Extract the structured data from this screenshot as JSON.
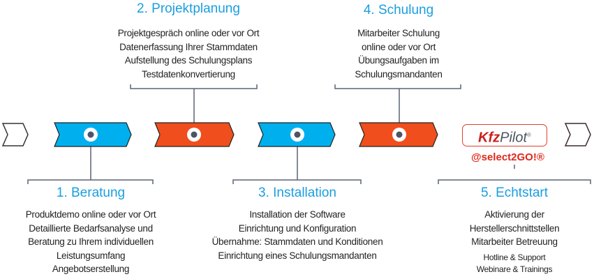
{
  "colors": {
    "blue": "#00b0ee",
    "orange": "#f04e1c",
    "title": "#1a9ee0",
    "connector": "#5a6475"
  },
  "steps": [
    {
      "title": "1. Beratung",
      "lines": [
        "Produktdemo online oder vor Ort",
        "Detaillierte Bedarfsanalyse und",
        "Beratung zu Ihrem individuellen",
        "Leistungsumfang",
        "Angebotserstellung"
      ]
    },
    {
      "title": "2. Projektplanung",
      "lines": [
        "Projektgespräch online oder vor Ort",
        "Datenerfassung Ihrer Stammdaten",
        "Aufstellung des Schulungsplans",
        "Testdatenkonvertierung"
      ]
    },
    {
      "title": "3. Installation",
      "lines": [
        "Installation der Software",
        "Einrichtung und Konfiguration",
        "Übernahme: Stammdaten und Konditionen",
        "Einrichtung eines Schulungsmandanten"
      ]
    },
    {
      "title": "4. Schulung",
      "lines": [
        "Mitarbeiter Schulung",
        "online oder vor Ort",
        "Übungsaufgaben im",
        "Schulungsmandanten"
      ]
    },
    {
      "title": "5. Echtstart",
      "lines": [
        "Aktivierung der",
        "Herstellerschnittstellen",
        "Mitarbeiter Betreuung"
      ],
      "small_lines": [
        "Hotline & Support",
        "Webinare & Trainings"
      ]
    }
  ],
  "logo": {
    "brand_a": "Kfz",
    "brand_b": "Pilot",
    "reg": "®",
    "tagline": "@select2GO!®"
  }
}
